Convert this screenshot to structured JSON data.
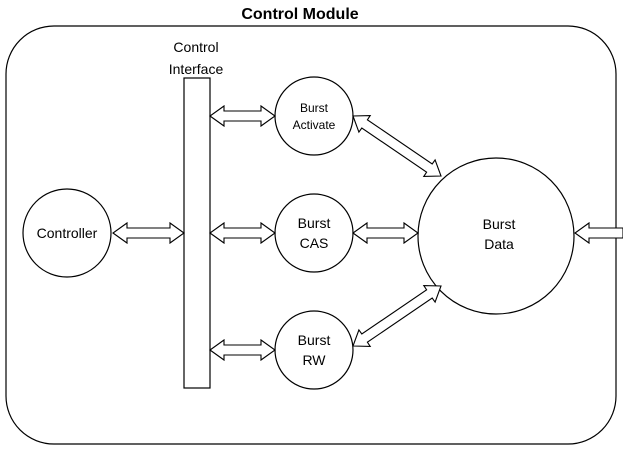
{
  "diagram": {
    "title": "Control Module",
    "interface_label": [
      "Control",
      "Interface"
    ],
    "nodes": {
      "controller": [
        "Controller"
      ],
      "burst_activate": [
        "Burst",
        "Activate"
      ],
      "burst_cas": [
        "Burst",
        "CAS"
      ],
      "burst_rw": [
        "Burst",
        "RW"
      ],
      "burst_data": [
        "Burst",
        "Data"
      ]
    }
  }
}
